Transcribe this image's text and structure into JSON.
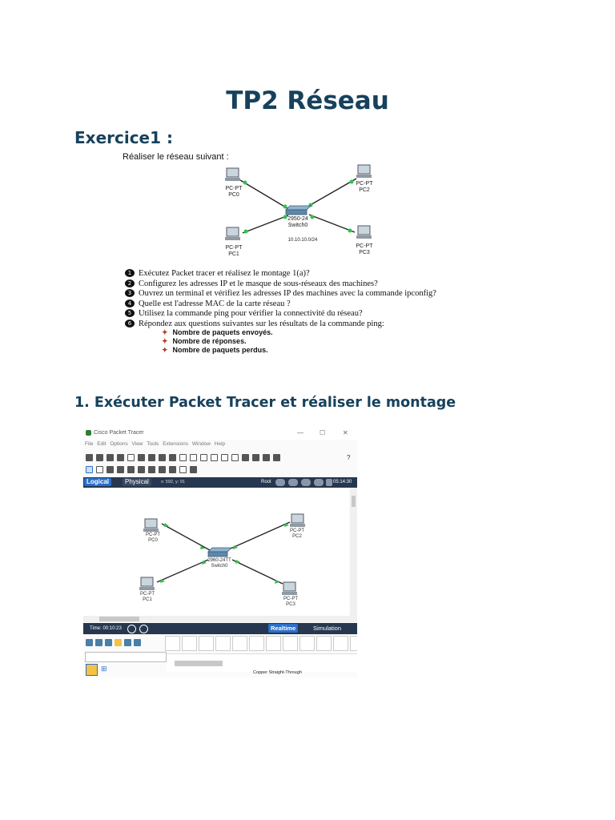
{
  "doc": {
    "title": "TP2 Réseau",
    "exercise_heading": "Exercice1 :",
    "section_heading": "1. Exécuter Packet Tracer et réaliser le montage"
  },
  "figure1": {
    "intro": "Réaliser le réseau suivant :",
    "devices": [
      {
        "type": "PC-PT",
        "name": "PC0"
      },
      {
        "type": "PC-PT",
        "name": "PC2"
      },
      {
        "type": "PC-PT",
        "name": "PC1"
      },
      {
        "type": "PC-PT",
        "name": "PC3"
      }
    ],
    "switch": {
      "model": "2950-24",
      "name": "Switch0"
    },
    "network": "10.10.10.0/24",
    "questions": [
      {
        "num": "1",
        "text": "Exécutez Packet tracer et réalisez le montage 1(a)?"
      },
      {
        "num": "2",
        "text": "Configurez les adresses IP et le masque de sous-réseaux des machines?"
      },
      {
        "num": "3",
        "text": "Ouvrez un terminal et vérifiez les adresses IP des machines avec la commande ipconfig?"
      },
      {
        "num": "4",
        "text": "Quelle est l'adresse MAC de la carte réseau ?"
      },
      {
        "num": "5",
        "text": "Utilisez la commande ping pour vérifier la connectivité du réseau?"
      },
      {
        "num": "6",
        "text": "Répondez aux questions suivantes sur les résultats de la commande ping:"
      }
    ],
    "sub_items": [
      "Nombre de paquets envoyés.",
      "Nombre de réponses.",
      "Nombre de paquets perdus."
    ]
  },
  "packet_tracer": {
    "window_title": "Cisco Packet Tracer",
    "window_controls": [
      "—",
      "☐",
      "✕"
    ],
    "menu": [
      "File",
      "Edit",
      "Options",
      "View",
      "Tools",
      "Extensions",
      "Window",
      "Help"
    ],
    "help_icon": "?",
    "tabs": [
      "Logical",
      "Physical"
    ],
    "coords": "x: 592, y: 91",
    "root_label": "Root",
    "clock": "05:14:30",
    "devices": [
      {
        "type": "PC-PT",
        "name": "PC0"
      },
      {
        "type": "PC-PT",
        "name": "PC2"
      },
      {
        "type": "PC-PT",
        "name": "PC1"
      },
      {
        "type": "PC-PT",
        "name": "PC3"
      }
    ],
    "switch": {
      "model": "2960-24TT",
      "name": "Switch0"
    },
    "time_label": "Time: 00:10:23",
    "mode_realtime": "Realtime",
    "mode_simulation": "Simulation",
    "cable_name": "Copper Straight-Through",
    "colors": {
      "tab_bar": "#26374f",
      "active_tab": "#2c6fc9",
      "link_light": "#2fc34a"
    }
  }
}
